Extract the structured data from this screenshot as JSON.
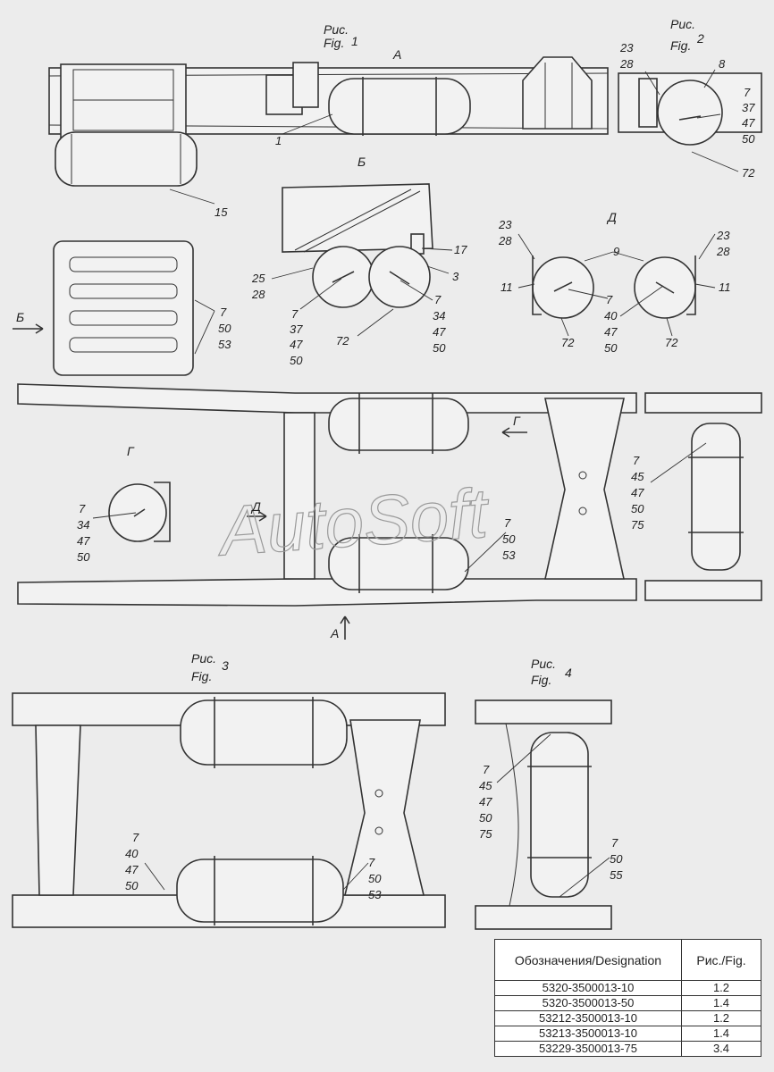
{
  "figures": {
    "fig1": {
      "ru": "Рис.",
      "en": "Fig.",
      "num": "1"
    },
    "fig2": {
      "ru": "Рис.",
      "en": "Fig.",
      "num": "2"
    },
    "fig3": {
      "ru": "Рис.",
      "en": "Fig.",
      "num": "3"
    },
    "fig4": {
      "ru": "Рис.",
      "en": "Fig.",
      "num": "4"
    }
  },
  "section_labels": {
    "a": "A",
    "b": "Б",
    "v": "Б",
    "g": "Г",
    "d": "Д",
    "g_arrow": "Г",
    "d_arrow": "Д",
    "a_arrow": "A"
  },
  "callouts": {
    "f1_1": "1",
    "f1_15": "15",
    "f2_a": [
      "23",
      "28"
    ],
    "f2_8": "8",
    "f2_b": [
      "7",
      "37",
      "47",
      "50"
    ],
    "f2_72": "72",
    "b_17": "17",
    "b_3": "3",
    "b_25": [
      "25",
      "28"
    ],
    "b_l": [
      "7",
      "37",
      "47",
      "50"
    ],
    "b_r": [
      "7",
      "34",
      "47",
      "50"
    ],
    "b_72": "72",
    "v_r": [
      "7",
      "50",
      "53"
    ],
    "d_23l": [
      "23",
      "28"
    ],
    "d_9": "9",
    "d_23r": [
      "23",
      "28"
    ],
    "d_11l": "11",
    "d_11r": "11",
    "d_c": [
      "7",
      "40",
      "47",
      "50"
    ],
    "d_72l": "72",
    "d_72r": "72",
    "g_l": [
      "7",
      "34",
      "47",
      "50"
    ],
    "f1m_r": [
      "7",
      "50",
      "53"
    ],
    "f1v": [
      "7",
      "45",
      "47",
      "50",
      "75"
    ],
    "f3_l": [
      "7",
      "40",
      "47",
      "50"
    ],
    "f3_r": [
      "7",
      "50",
      "53"
    ],
    "f4_t": [
      "7",
      "45",
      "47",
      "50",
      "75"
    ],
    "f4_b": [
      "7",
      "50",
      "55"
    ]
  },
  "watermark": "AutoSoft",
  "legend": {
    "headers": [
      "Обозначения/Designation",
      "Рис./Fig."
    ],
    "rows": [
      [
        "5320-3500013-10",
        "1.2"
      ],
      [
        "5320-3500013-50",
        "1.4"
      ],
      [
        "53212-3500013-10",
        "1.2"
      ],
      [
        "53213-3500013-10",
        "1.4"
      ],
      [
        "53229-3500013-75",
        "3.4"
      ]
    ]
  },
  "colors": {
    "background": "#ececec",
    "line": "#333333",
    "table_bg": "#ffffff"
  }
}
